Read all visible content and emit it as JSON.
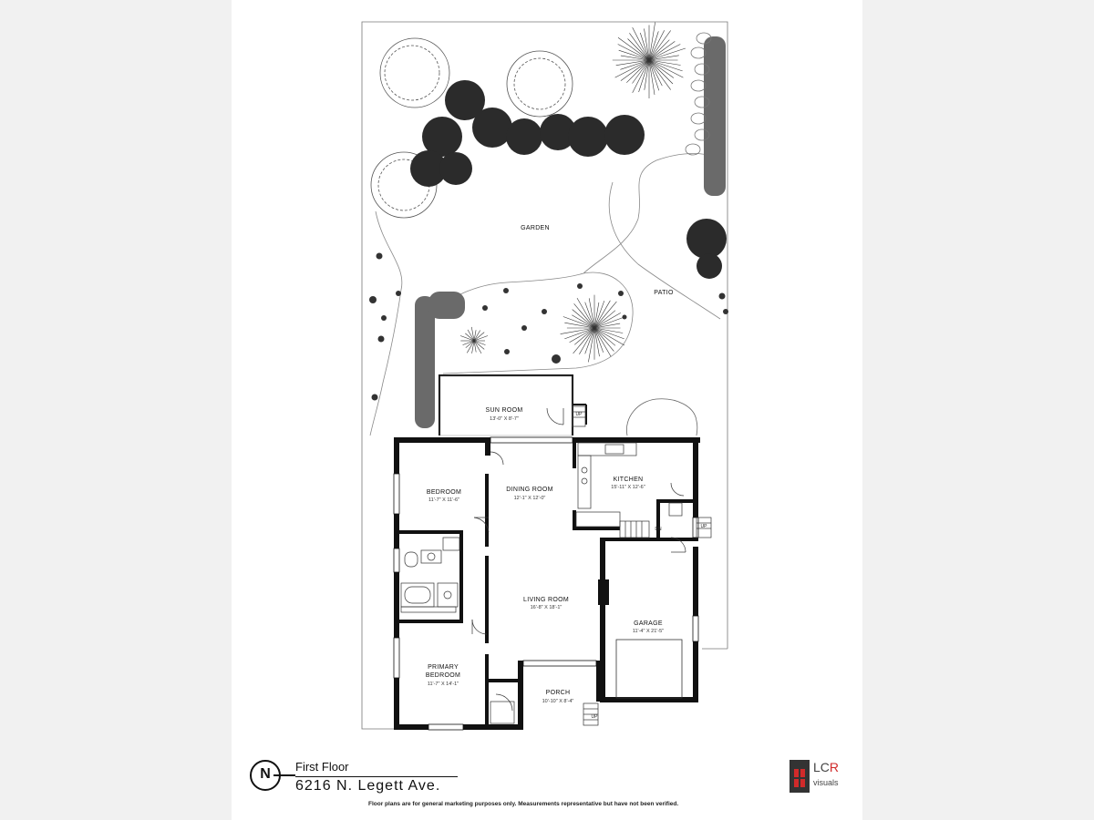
{
  "plan": {
    "outdoor": {
      "garden": "GARDEN",
      "patio": "PATIO"
    },
    "rooms": [
      {
        "id": "sun-room",
        "name": "SUN ROOM",
        "dim": "13'-0\" X 8'-7\""
      },
      {
        "id": "bedroom",
        "name": "BEDROOM",
        "dim": "11'-7\" X 11'-6\""
      },
      {
        "id": "dining-room",
        "name": "DINING ROOM",
        "dim": "12'-1\" X 12'-0\""
      },
      {
        "id": "kitchen",
        "name": "KITCHEN",
        "dim": "15'-11\" X 12'-6\""
      },
      {
        "id": "living-room",
        "name": "LIVING ROOM",
        "dim": "16'-8\" X 18'-1\""
      },
      {
        "id": "garage",
        "name": "GARAGE",
        "dim": "11'-4\" X 21'-5\""
      },
      {
        "id": "primary-bedroom",
        "name": "PRIMARY BEDROOM",
        "name_lines": [
          "PRIMARY",
          "BEDROOM"
        ],
        "dim": "11'-7\" X 14'-1\""
      },
      {
        "id": "porch",
        "name": "PORCH",
        "dim": "10'-10\" X 8'-4\""
      }
    ],
    "marks": {
      "up": "UP",
      "dn": "DN"
    }
  },
  "legend": {
    "north_symbol": "N",
    "floor_title": "First Floor",
    "address": "6216 N. Legett Ave."
  },
  "disclaimer": "Floor plans are for general marketing purposes only. Measurements representative but have not been verified.",
  "logo": {
    "main_dark": "LC",
    "main_red": "R",
    "sub": "visuals"
  },
  "colors": {
    "wall": "#111111",
    "foliage": "#2b2b2b",
    "logo_red": "#d12a2a"
  }
}
